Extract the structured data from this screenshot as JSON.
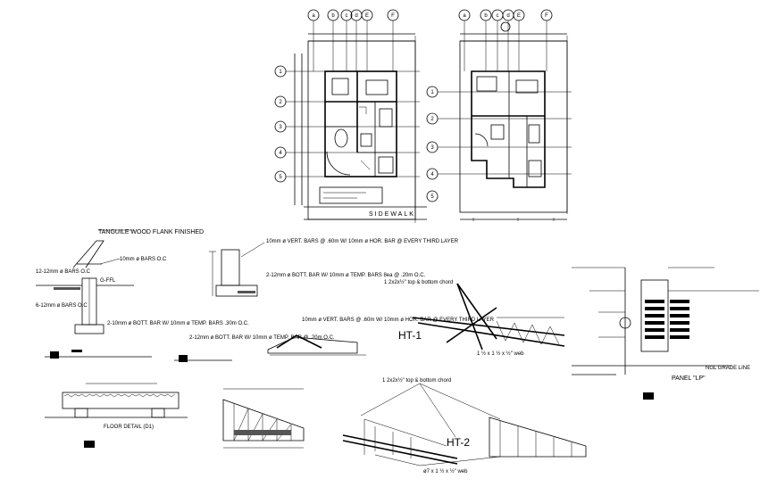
{
  "plan": {
    "grid_cols": [
      "a",
      "b",
      "c",
      "d",
      "E",
      "F"
    ],
    "grid_rows": [
      "1",
      "2",
      "3",
      "4",
      "5"
    ],
    "sidewalk": "SIDEWALK"
  },
  "details": {
    "flank_title": "TANGUILE WOOD FLANK FINISHED",
    "flank_bars": "10mm ø BARS O.C",
    "flank_left": "12-12mm ø BARS O.C",
    "flank_ffl": "G-FFL",
    "flank_bottom1": "6-12mm ø BARS O.C",
    "flank_bottom2": "2-10mm ø BOTT. BAR W/ 10mm ø TEMP. BARS .30m O.C.",
    "wall_title": "10mm ø VERT. BARS @ .60m W/ 10mm ø HOR. BAR @ EVERY THIRD LAYER",
    "wall_mid": "2-12mm ø BOTT. BAR W/ 10mm ø TEMP. BARS 8ea @ .20m O.C.",
    "wall2_title": "10mm ø VERT. BARS @ .60m W/ 10mm ø HOR. BAR @ EVERY THIRD LAYER",
    "wall2_left": "2-12mm ø BOTT. BAR W/ 10mm ø TEMP. BAR @ .20m O.C.",
    "floor_caption": "FLOOR DETAIL (D1)",
    "ht1_label": "HT-1",
    "ht1_chord": "1 2x2x½\" top & bottom chord",
    "ht1_web": "1 ½ x 1 ½ x ½\" web",
    "ht2_label": "HT-2",
    "ht2_chord": "1 2x2x½\" top & bottom chord",
    "ht2_web": "ø7 x 1 ½ x ½\" web",
    "panel_label": "PANEL \"LP\"",
    "grade_line": "NGL GRADE LINE"
  }
}
